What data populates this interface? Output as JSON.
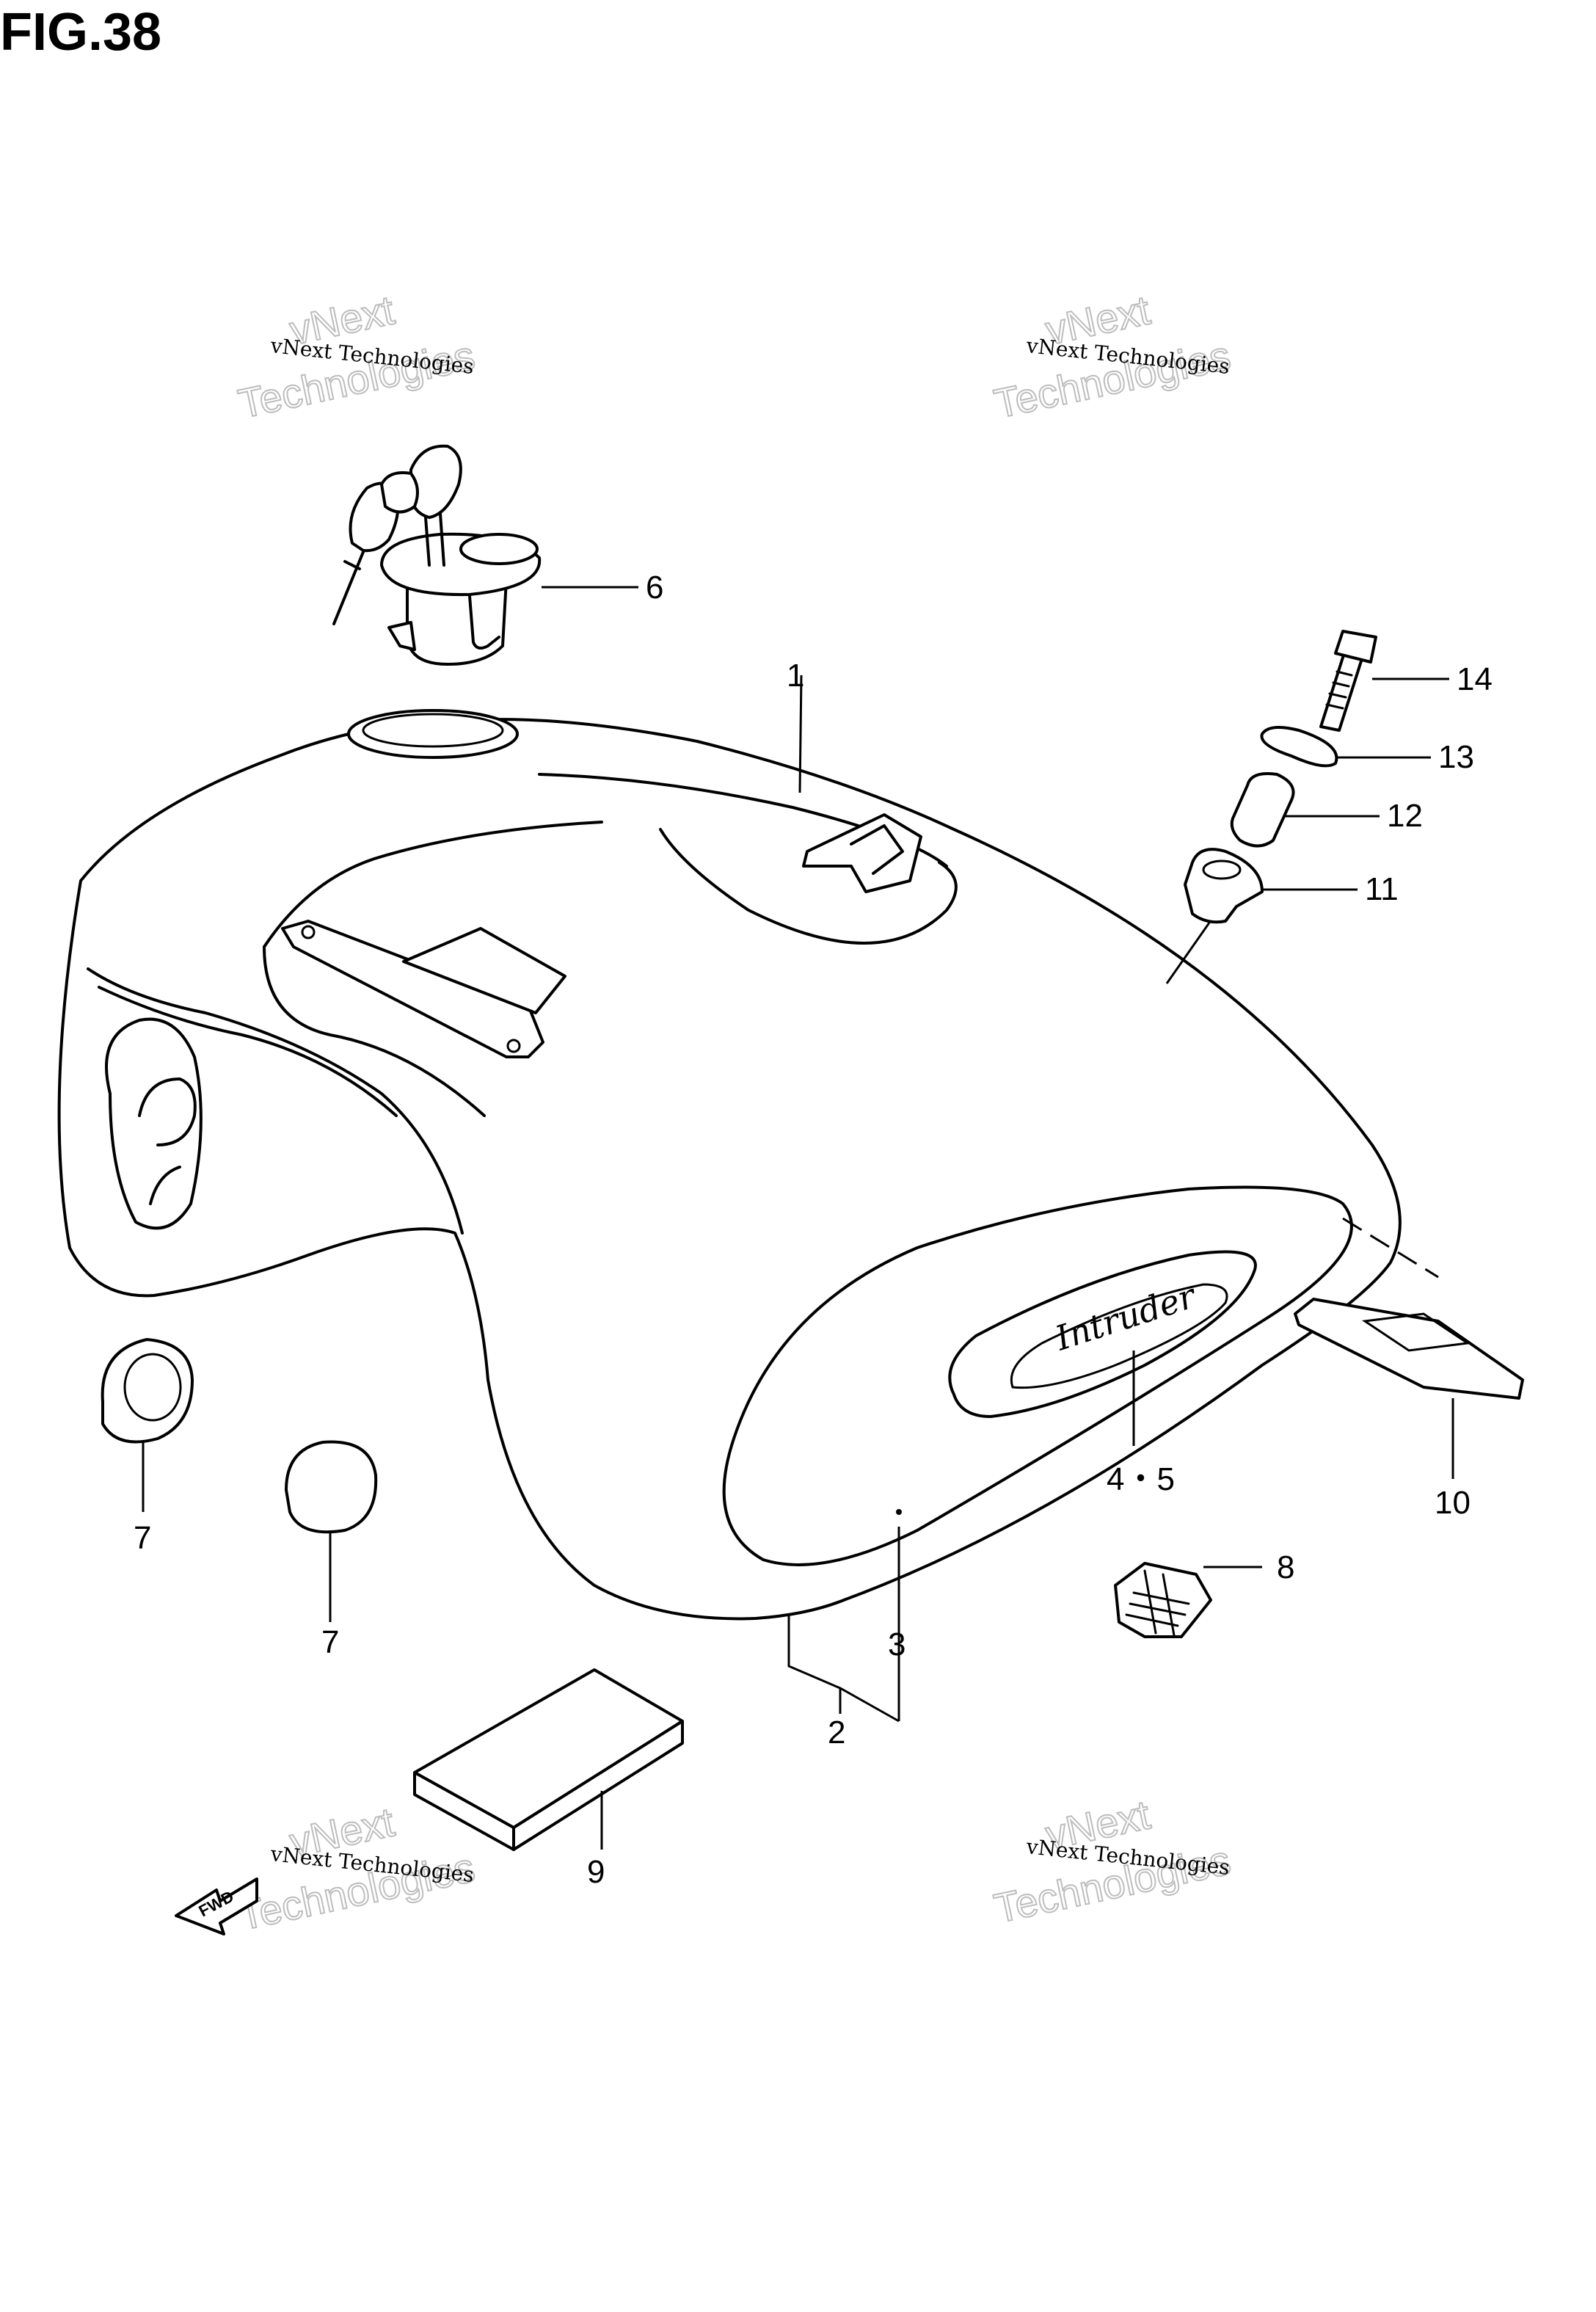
{
  "figure": {
    "title": "FIG.38"
  },
  "watermark": {
    "small": "vNext Technologies",
    "big": "Technologies",
    "top": "vNext"
  },
  "emblem_text": "Intruder",
  "fwd_label": "FWD",
  "callouts": {
    "c1": "1",
    "c2": "2",
    "c3": "3",
    "c45": "4・5",
    "c6": "6",
    "c7a": "7",
    "c7b": "7",
    "c8": "8",
    "c9": "9",
    "c10": "10",
    "c11": "11",
    "c12": "12",
    "c13": "13",
    "c14": "14"
  }
}
